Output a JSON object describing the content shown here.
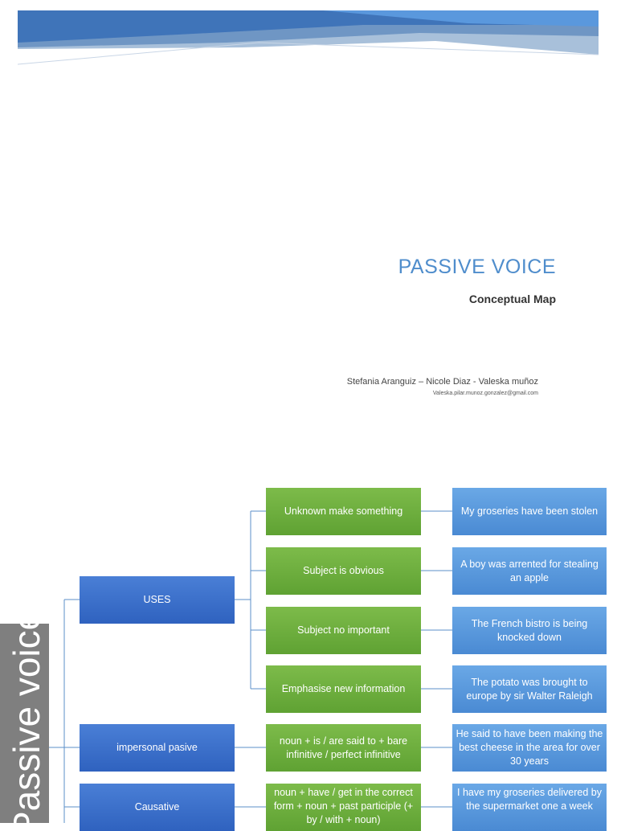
{
  "cover": {
    "title": "PASSIVE VOICE",
    "subtitle": "Conceptual Map",
    "authors": "Stefania Aranguiz – Nicole Diaz -  Valeska muñoz",
    "email": "Valeska.pilar.munoz.gonzalez@gmail.com"
  },
  "side_label": "Passive voice",
  "map": {
    "uses": {
      "label": "USES",
      "children": [
        {
          "label": "Unknown make something",
          "example": "My groseries have been stolen"
        },
        {
          "label": "Subject is obvious",
          "example": "A boy was arrented for stealing an apple"
        },
        {
          "label": "Subject no important",
          "example": "The French bistro is being knocked down"
        },
        {
          "label": "Emphasise new information",
          "example": "The potato was brought to europe by sir Walter Raleigh"
        }
      ]
    },
    "impersonal": {
      "label": "impersonal pasive",
      "structure": "noun + is / are said to + bare infinitive / perfect infinitive",
      "example": "He said to have been making the best cheese in the area for over 30 years"
    },
    "causative": {
      "label": "Causative",
      "structure": "noun + have / get in the correct form + noun + past participle (+ by / with + noun)",
      "example": "I have my groseries delivered by the supermarket one a week"
    }
  },
  "colors": {
    "banner_dark": "#3f74b9",
    "banner_light": "#a8c0da",
    "title": "#4f8dcc",
    "node_blue": "#3a6fcf",
    "node_green": "#6cae3e",
    "node_light_blue": "#5b9ade",
    "connector": "#5b8fc9",
    "side_label_bg": "#7f7f7f"
  }
}
